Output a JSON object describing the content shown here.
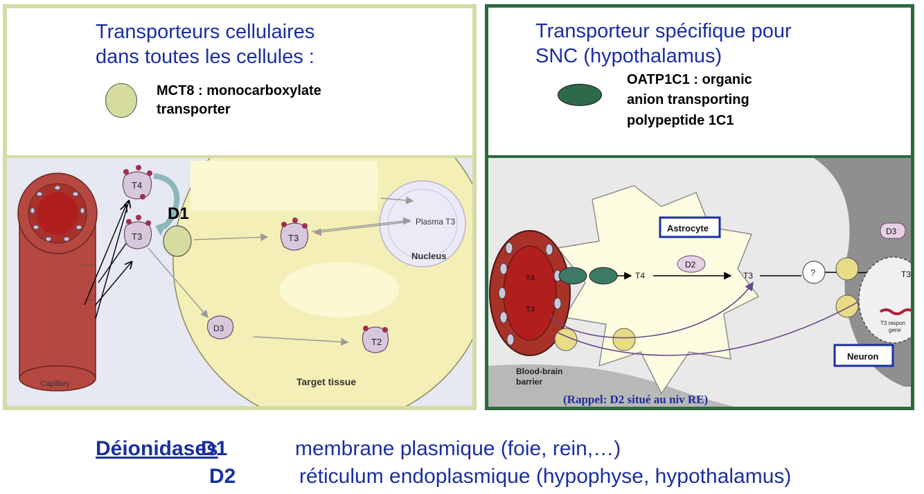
{
  "left_panel": {
    "title_line1": "Transporteurs cellulaires",
    "title_line2": "dans toutes les cellules :",
    "legend_line1": "MCT8 : monocarboxylate",
    "legend_line2": "transporter",
    "legend_color": "#d6dca0",
    "diagram": {
      "t4": "T4",
      "t3": "T3",
      "t2": "T2",
      "d1": "D1",
      "d3": "D3",
      "plasma_t3": "Plasma T3",
      "nucleus": "Nucleus",
      "capillary": "Capillary",
      "target_tissue": "Target tissue"
    }
  },
  "right_panel": {
    "title_line1": "Transporteur spécifique pour",
    "title_line2": "SNC (hypothalamus)",
    "legend_line1": "OATP1C1 : organic",
    "legend_line2": "anion transporting",
    "legend_line3": "polypeptide 1C1",
    "legend_color": "#2d6a4a",
    "diagram": {
      "astrocyte": "Astrocyte",
      "d2": "D2",
      "d3": "D3",
      "t4": "T4",
      "t3": "T3",
      "question": "?",
      "neuron": "Neuron",
      "bbb_line1": "Blood-brain",
      "bbb_line2": "barrier",
      "t3_gene_line1": "T3 respon",
      "t3_gene_line2": "gene",
      "rappel": "(Rappel: D2 situé au niv RE)"
    }
  },
  "bottom": {
    "title": "Déionidases",
    "d1": "D1",
    "d1_text": "membrane plasmique (foie, rein,…)",
    "d2": "D2",
    "d2_text": "réticulum endoplasmique (hypophyse, hypothalamus)"
  },
  "colors": {
    "left_border": "#d4dca6",
    "right_border": "#2d6a3e",
    "title_blue": "#1a2fa0"
  }
}
